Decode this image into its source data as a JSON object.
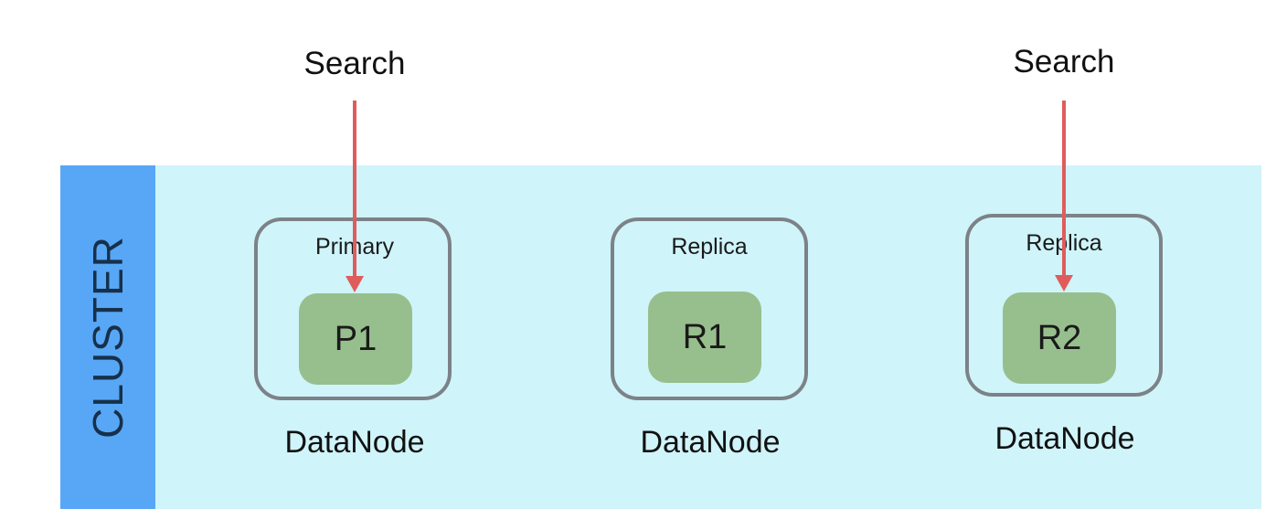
{
  "cluster": {
    "label": "CLUSTER",
    "bar_color": "#57a7f6",
    "area_color": "#cff4fa"
  },
  "search": {
    "left_label": "Search",
    "right_label": "Search",
    "arrow_color": "#e05c5c"
  },
  "nodes": [
    {
      "role": "Primary",
      "shard": "P1",
      "caption": "DataNode"
    },
    {
      "role": "Replica",
      "shard": "R1",
      "caption": "DataNode"
    },
    {
      "role": "Replica",
      "shard": "R2",
      "caption": "DataNode"
    }
  ],
  "colors": {
    "node_border": "#7c8288",
    "shard_fill": "#97bf8d"
  }
}
